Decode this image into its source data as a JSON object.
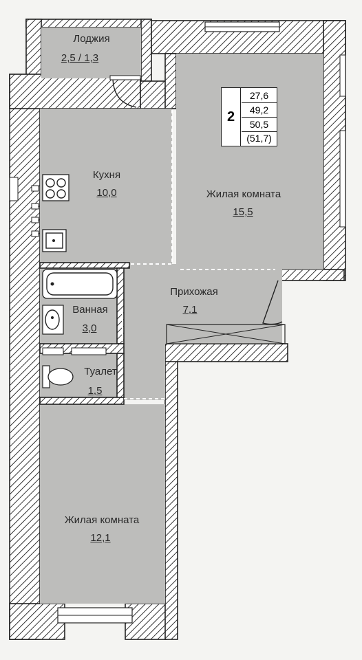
{
  "apartment_badge": {
    "rooms_count": "2",
    "areas": [
      "27,6",
      "49,2",
      "50,5",
      "(51,7)"
    ]
  },
  "rooms": {
    "loggia": {
      "name": "Лоджия",
      "area": "2,5 / 1,3"
    },
    "kitchen": {
      "name": "Кухня",
      "area": "10,0"
    },
    "living_room_large": {
      "name": "Жилая комната",
      "area": "15,5"
    },
    "bathroom": {
      "name": "Ванная",
      "area": "3,0"
    },
    "hallway": {
      "name": "Прихожая",
      "area": "7,1"
    },
    "toilet": {
      "name": "Туалет",
      "area": "1,5"
    },
    "living_room_small": {
      "name": "Жилая комната",
      "area": "12,1"
    }
  },
  "colors": {
    "room_fill": "#bdbdbb",
    "wall_line": "#222222",
    "background": "#f4f4f2"
  }
}
